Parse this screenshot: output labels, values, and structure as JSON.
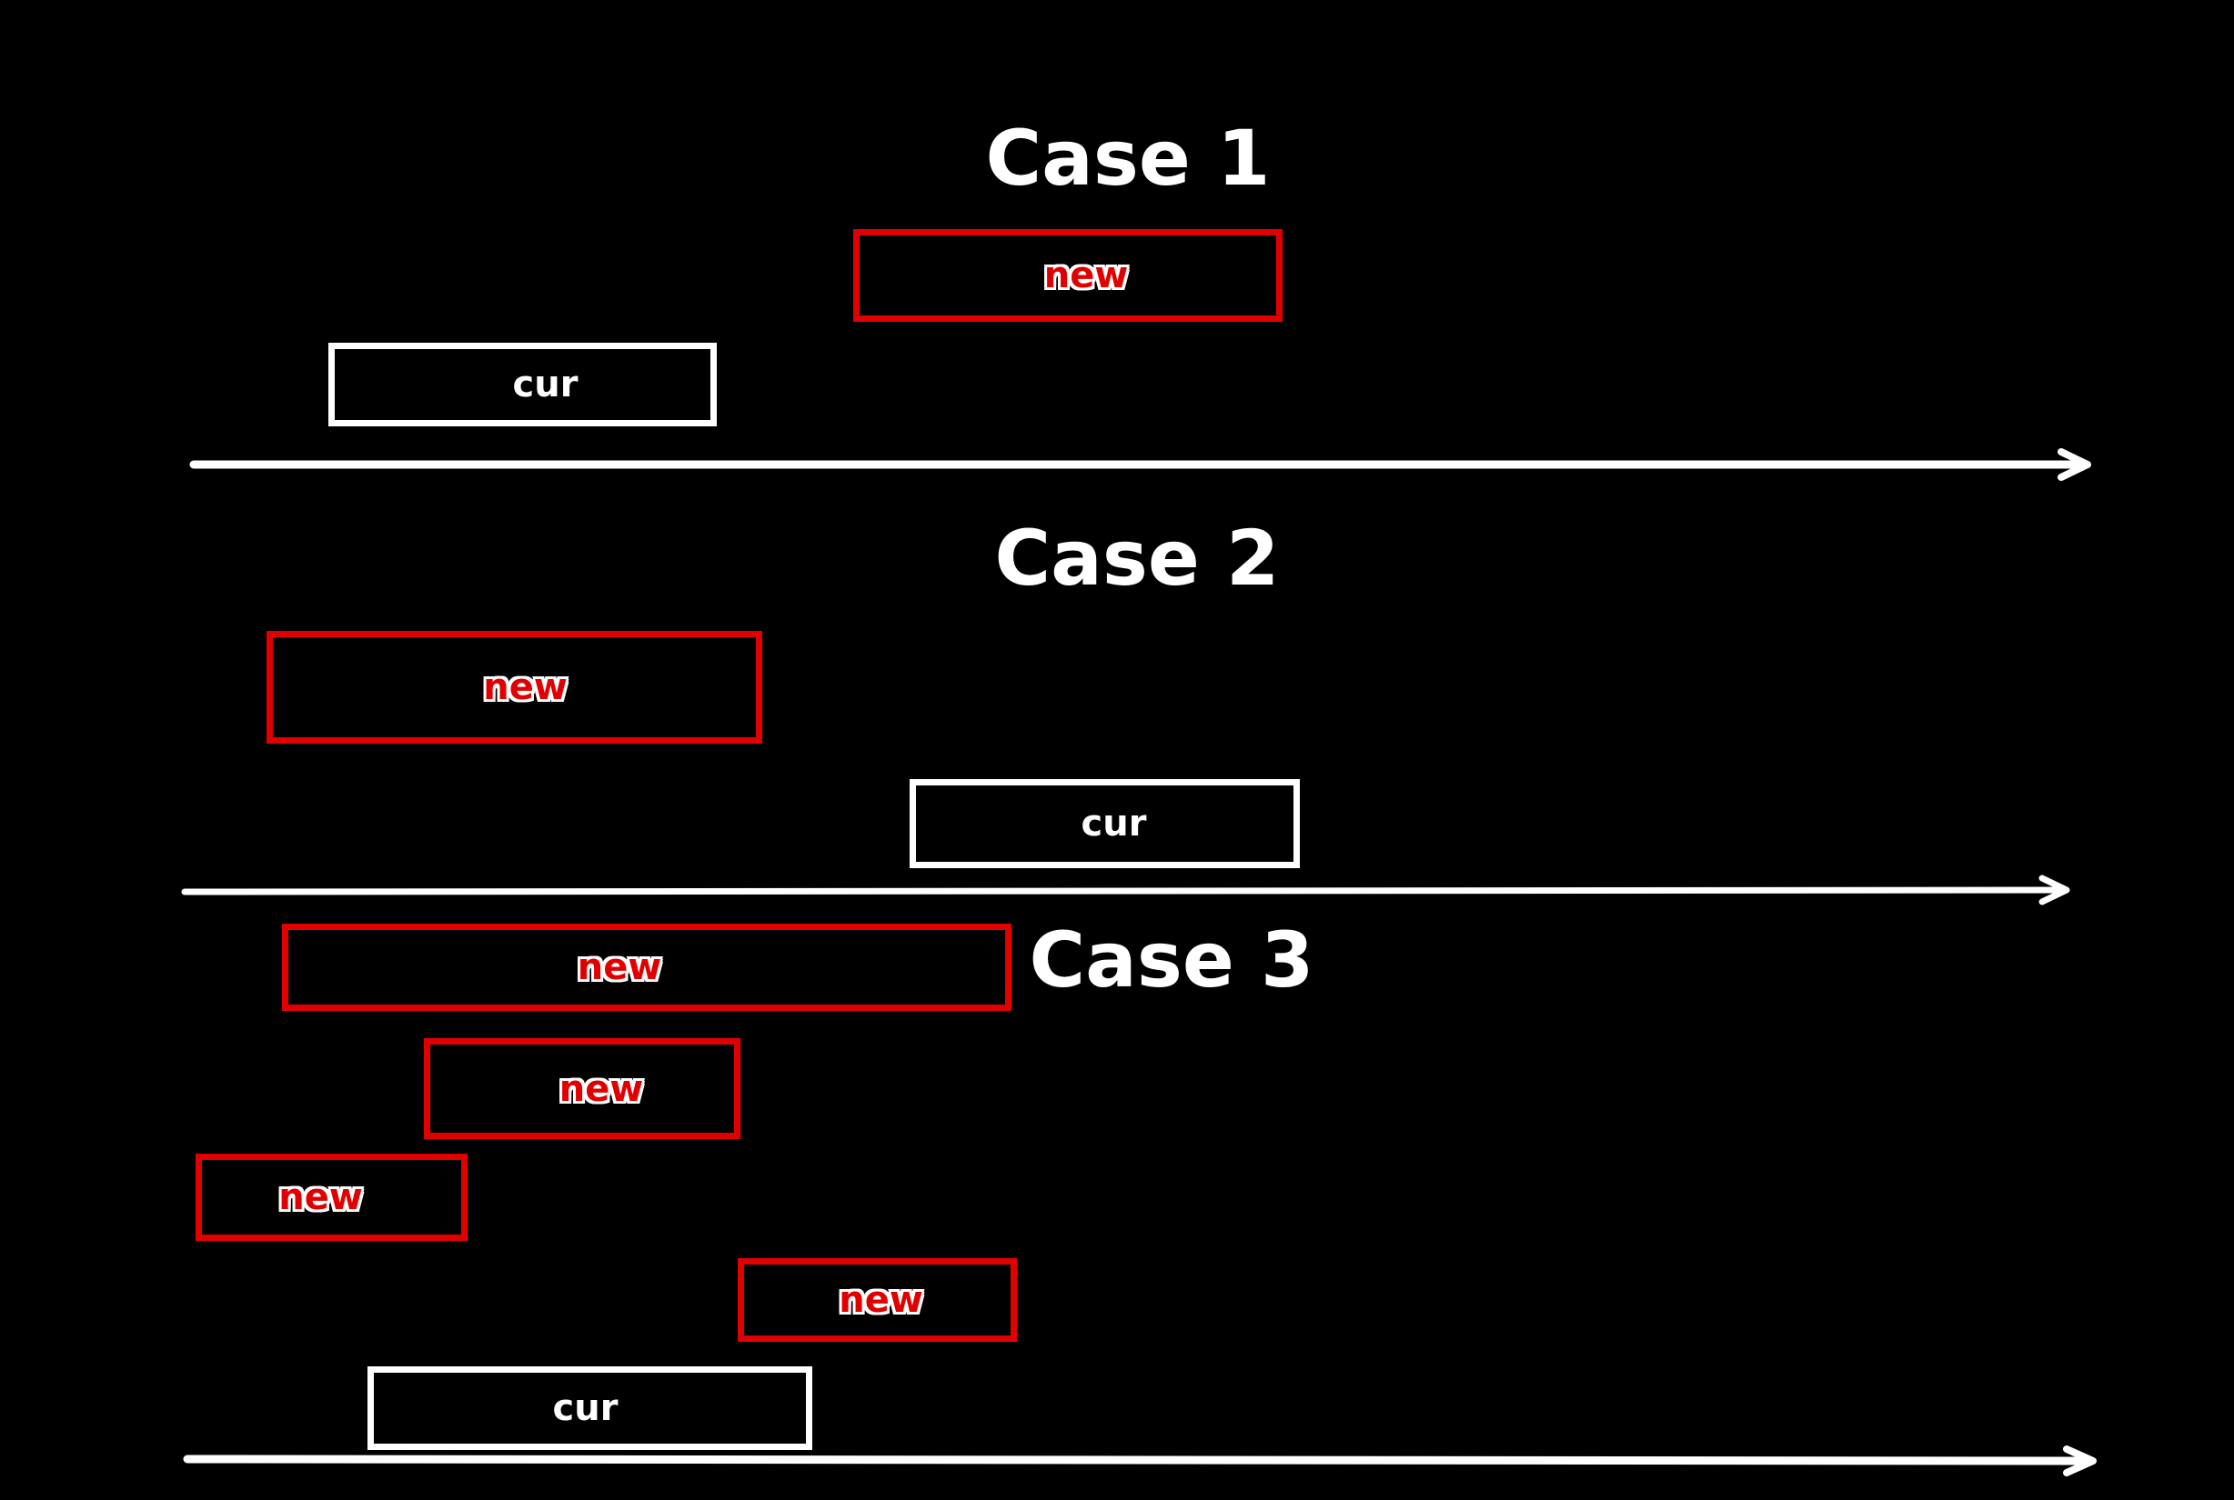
{
  "colors": {
    "background": "#000000",
    "cur": "#ffffff",
    "new": "#e00000",
    "axis": "#ffffff"
  },
  "cases": [
    {
      "title": "Case 1",
      "intervals": [
        {
          "kind": "new",
          "label": "new"
        },
        {
          "kind": "cur",
          "label": "cur"
        }
      ]
    },
    {
      "title": "Case 2",
      "intervals": [
        {
          "kind": "new",
          "label": "new"
        },
        {
          "kind": "cur",
          "label": "cur"
        }
      ]
    },
    {
      "title": "Case 3",
      "intervals": [
        {
          "kind": "new",
          "label": "new"
        },
        {
          "kind": "new",
          "label": "new"
        },
        {
          "kind": "new",
          "label": "new"
        },
        {
          "kind": "new",
          "label": "new"
        },
        {
          "kind": "cur",
          "label": "cur"
        }
      ]
    }
  ]
}
